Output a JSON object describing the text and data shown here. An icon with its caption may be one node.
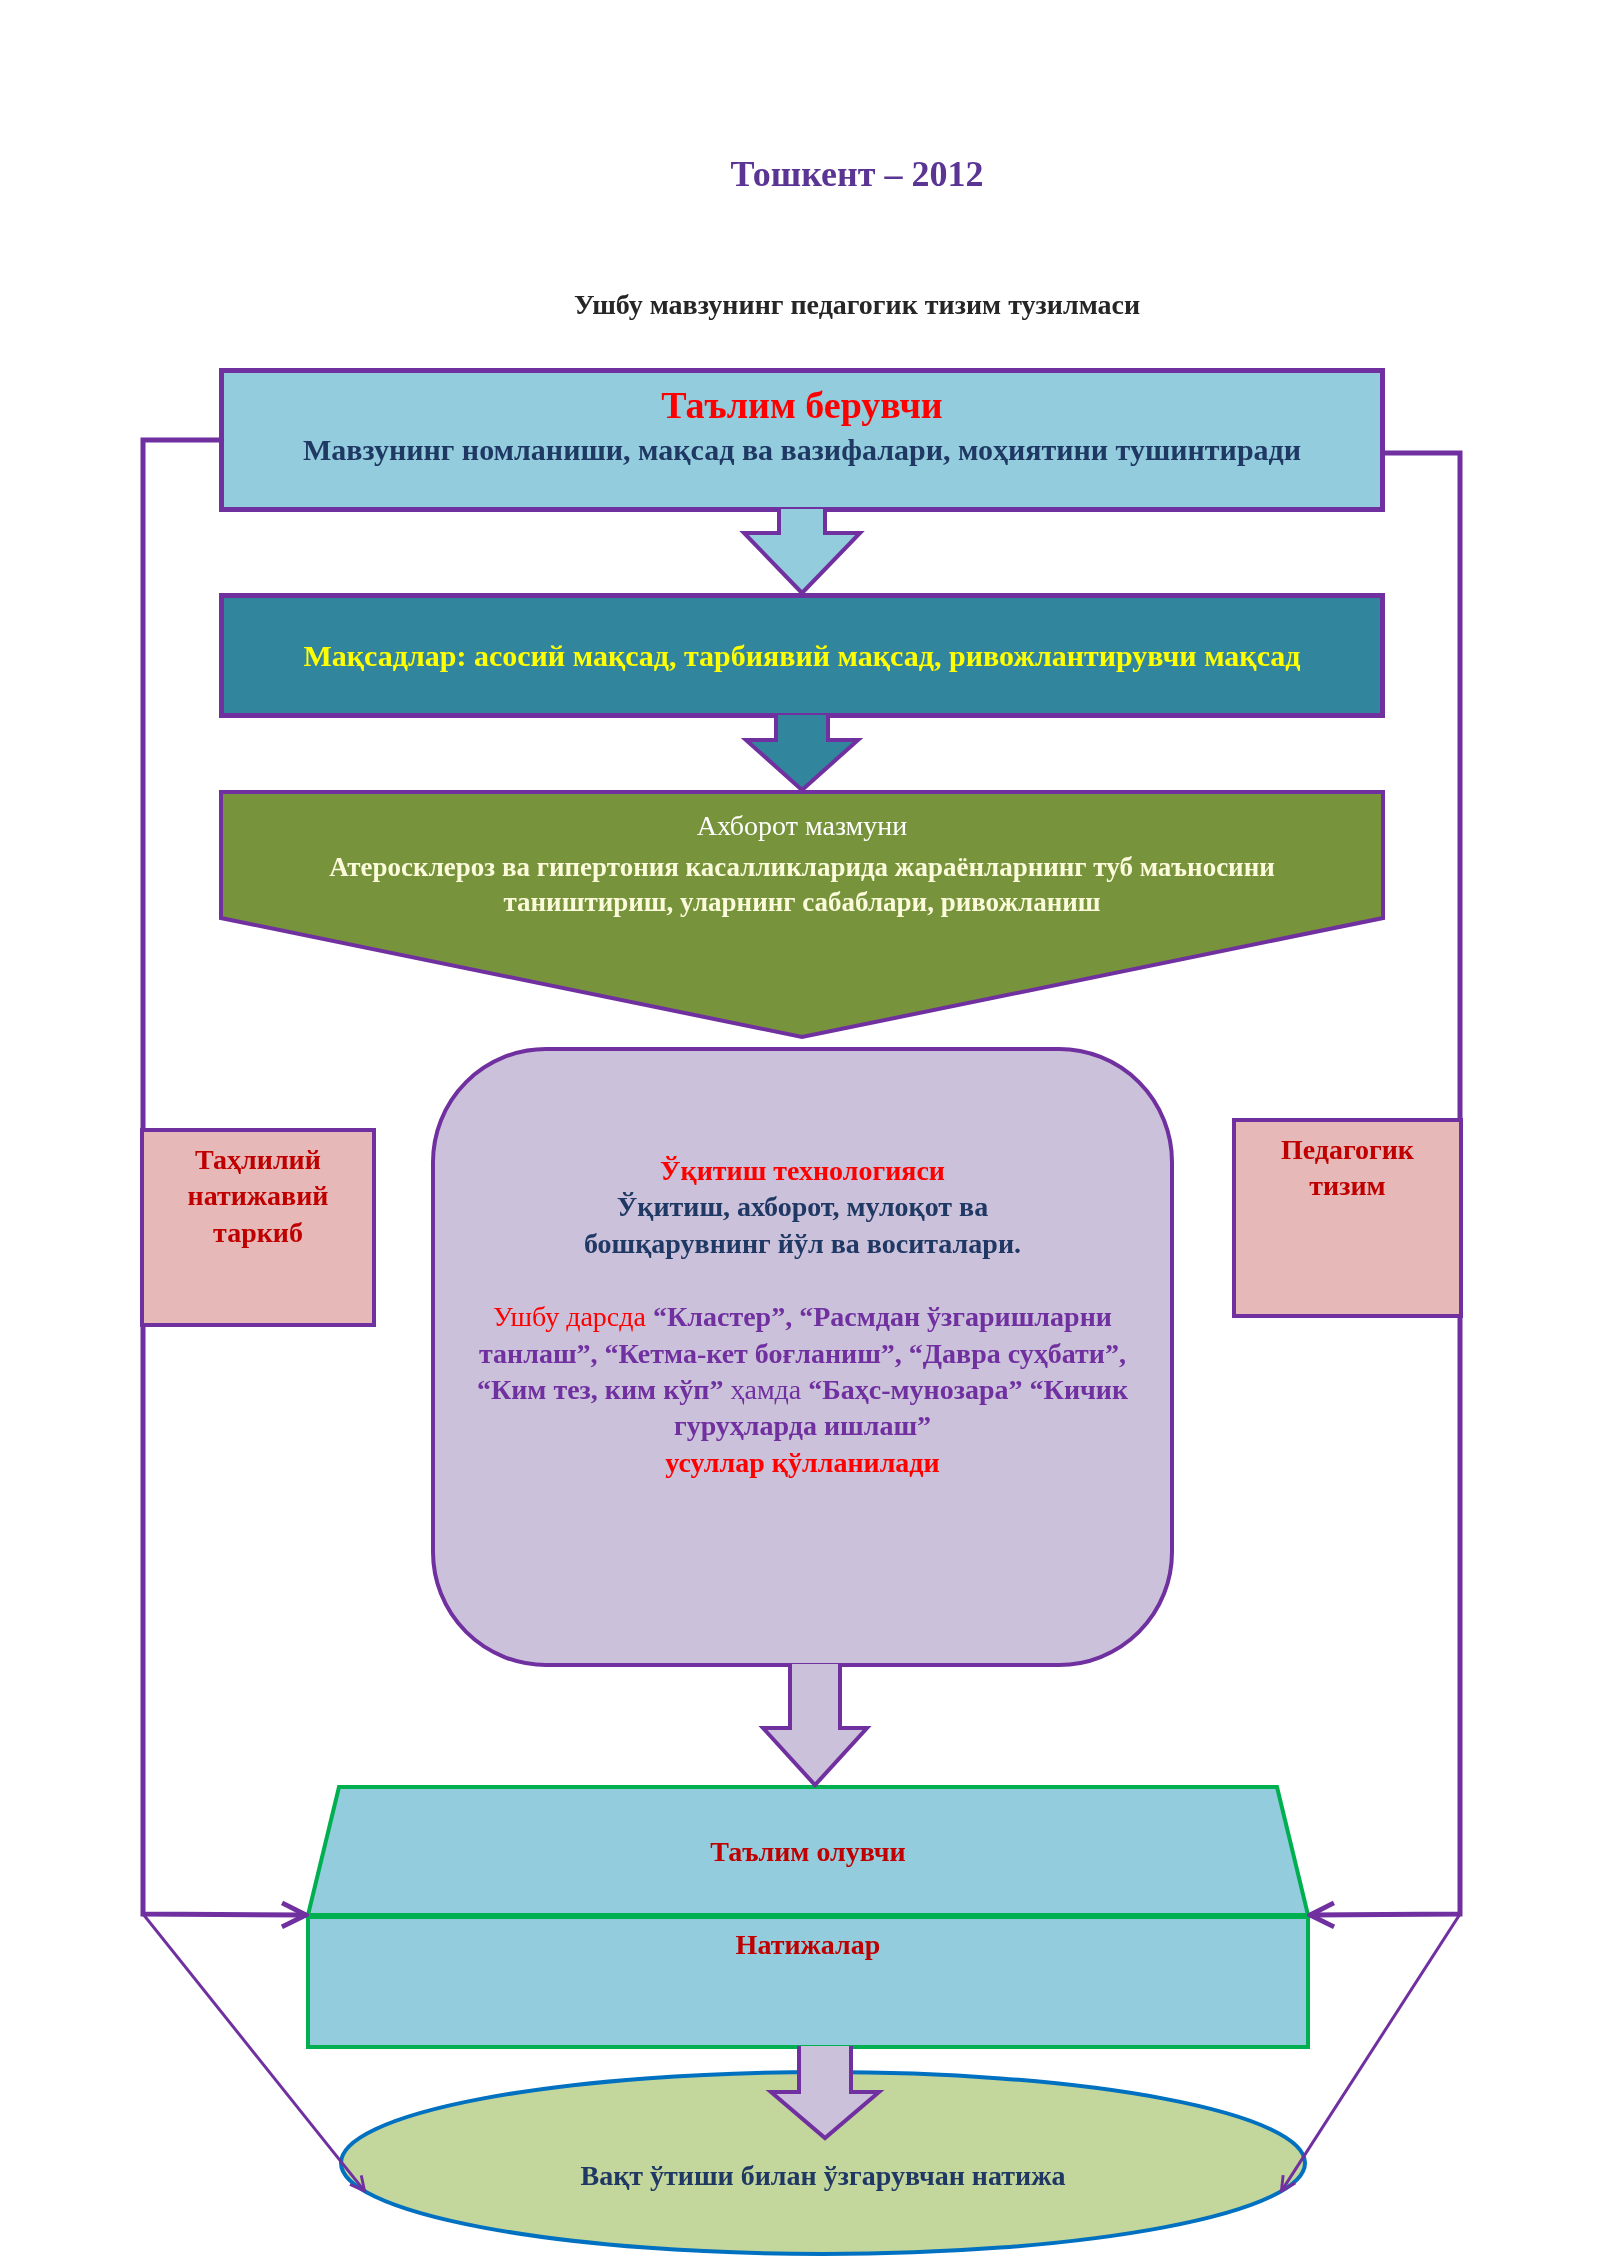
{
  "diagram": {
    "title": "Ушбу мавзунинг педагогик тизим тузилмаси",
    "nodes": [
      {
        "text": [
          "Таълим берувчи",
          "Мавзунинг номланиши, мақсад ва вазифалари, моҳиятини тушинтиради"
        ]
      },
      {
        "text": [
          "Мақсадлар: асосий мақсад, тарбиявий мақсад, ривожлантирувчи мақсад"
        ]
      },
      {
        "text": [
          "Ахборот мазмуни",
          "Атеросклероз ва гипертония касалликларида жараёнларнинг туб маъносини таништириш, уларнинг сабаблари, ривожланиш"
        ]
      },
      {
        "text": [
          "Таҳлилий натижавий таркиб"
        ]
      },
      {
        "text": [
          "Ўқитиш технологияси",
          "Ўқитиш, ахборот, мулоқот ва бошқарувнинг йўл ва воситалари.",
          "Ушбу дарсда **“Кластер”, “Расмдан ўзгаришларни танлаш”, “Кетма-кет боғланиш”, “Давра суҳбати”, “Ким тез, ким кўп”** ҳамда **“Баҳс-мунозара” “Кичик гуруҳларда ишлаш”**",
          "усуллар қўлланилади"
        ]
      },
      {
        "text": [
          "Педагогик тизим"
        ]
      },
      {
        "text": [
          "Таълим олувчи"
        ]
      },
      {
        "text": [
          "Натижалар"
        ]
      },
      {
        "text": [
          "Вақт ўтиши билан ўзгарувчан натижа"
        ]
      }
    ],
    "edges": [
      {
        "from": 0,
        "to": 1,
        "arrow": "to",
        "style": "thick"
      },
      {
        "from": 1,
        "to": 2,
        "arrow": "to",
        "style": "thick"
      },
      {
        "from": 4,
        "to": 6,
        "arrow": "to",
        "style": "thick"
      },
      {
        "from": 7,
        "to": 8,
        "arrow": "to",
        "style": "thick"
      },
      {
        "from": 0,
        "to": 3,
        "arrow": "none"
      },
      {
        "from": 3,
        "to": 7,
        "arrow": "to"
      },
      {
        "from": 3,
        "to": 8,
        "arrow": "to"
      },
      {
        "from": 0,
        "to": 5,
        "arrow": "none"
      },
      {
        "from": 5,
        "to": 7,
        "arrow": "to"
      },
      {
        "from": 5,
        "to": 8,
        "arrow": "to"
      }
    ],
    "labels": [
      "Тошкент – 2012"
    ]
  }
}
